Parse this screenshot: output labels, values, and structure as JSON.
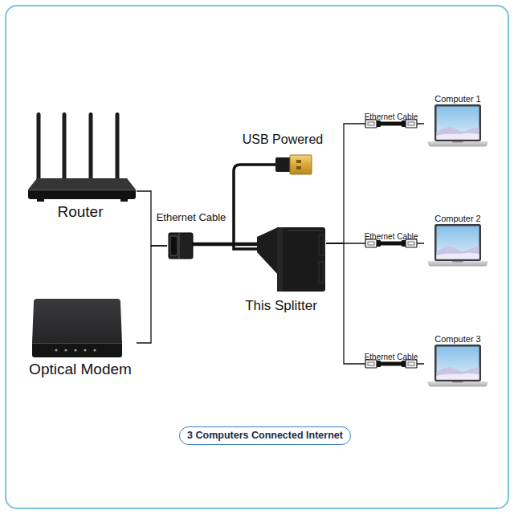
{
  "diagram": {
    "caption": "3 Computers Connected Internet",
    "nodes": [
      {
        "text": [
          "Router"
        ]
      },
      {
        "text": [
          "Optical Modem"
        ]
      },
      {
        "text": [
          "This Splitter"
        ]
      },
      {
        "text": [
          "Computer 1"
        ]
      },
      {
        "text": [
          "Computer 2"
        ]
      },
      {
        "text": [
          "Computer 3"
        ]
      }
    ],
    "edges": [
      {
        "from": 0,
        "to": 2,
        "arrow": "none"
      },
      {
        "from": 1,
        "to": 2,
        "arrow": "none"
      },
      {
        "from": 2,
        "to": 3,
        "label": "Ethernet Cable",
        "arrow": "none"
      },
      {
        "from": 2,
        "to": 4,
        "label": "Ethernet Cable",
        "arrow": "none"
      },
      {
        "from": 2,
        "to": 5,
        "label": "Ethernet Cable",
        "arrow": "none"
      }
    ],
    "labels": [
      "USB Powered",
      "Ethernet Cable"
    ]
  }
}
